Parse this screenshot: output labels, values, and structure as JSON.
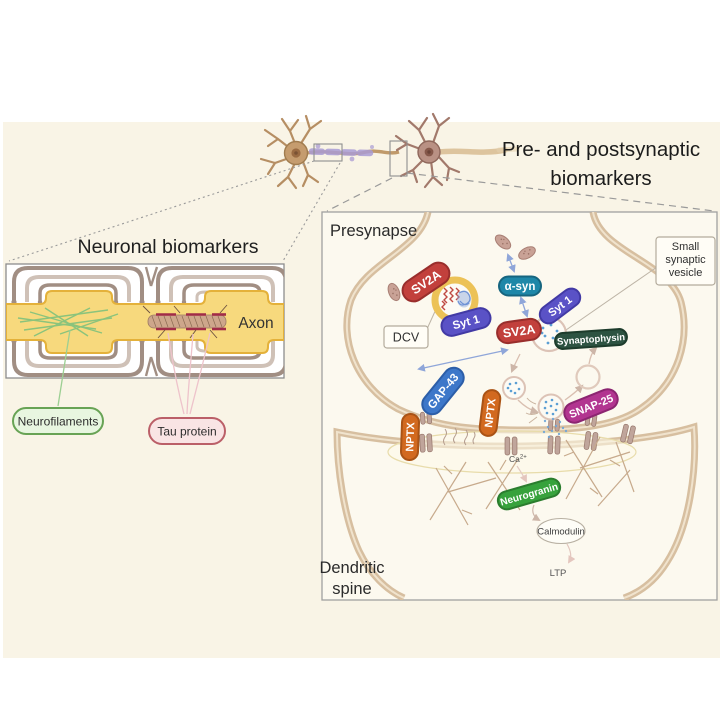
{
  "header": {
    "title_line1": "Pre- and postsynaptic",
    "title_line2": "biomarkers"
  },
  "neuronal_panel": {
    "title": "Neuronal biomarkers",
    "axon_label": "Axon",
    "neurofilaments_label": "Neurofilaments",
    "tau_label": "Tau protein"
  },
  "synapse_panel": {
    "presynapse_label": "Presynapse",
    "dendritic_line1": "Dendritic",
    "dendritic_line2": "spine",
    "dcv_label": "DCV",
    "ssv_line1": "Small",
    "ssv_line2": "synaptic",
    "ssv_line3": "vesicle",
    "ca_label": "Ca",
    "ca_sup": "2+",
    "calmodulin_label": "Calmodulin",
    "ltp_label": "LTP",
    "pills": {
      "sv2a_dcv": "SV2A",
      "syt1_dcv": "Syt 1",
      "asyn": "α-syn",
      "sv2a_ssv": "SV2A",
      "syt1_ssv": "Syt 1",
      "synaptophysin": "Synaptophysin",
      "gap43": "GAP-43",
      "nptx_left": "NPTX",
      "nptx_mid": "NPTX",
      "snap25": "SNAP-25",
      "neurogranin": "Neurogranin"
    }
  },
  "colors": {
    "background": "#f9f4e6",
    "panel": "#fcf9ef",
    "box_white": "#fffdf6",
    "membrane": "#d7bfa0",
    "membrane_hl": "#f0e3cd",
    "axon_yellow": "#f7d97d",
    "axon_border": "#e4b13a",
    "sv2a": "#c2403c",
    "syt1": "#5a52c6",
    "asyn": "#1e87a8",
    "synaptophysin": "#2d5342",
    "gap43": "#3d77c9",
    "nptx": "#d2691f",
    "snap25": "#b23590",
    "neurogranin": "#37a23c",
    "dcv_ring": "#ecc257",
    "vesicle_stroke": "#dcc3b6",
    "dot_blue": "#5b9fd4",
    "neurofilament_fill": "#e8f6e0",
    "neurofilament_border": "#68a355",
    "tau_fill": "#f9e4e4",
    "tau_border": "#bb5f68",
    "neuron_tan": "#c59c6e",
    "neuron_rose": "#b99184",
    "myelin_purple": "#a99bd3"
  }
}
